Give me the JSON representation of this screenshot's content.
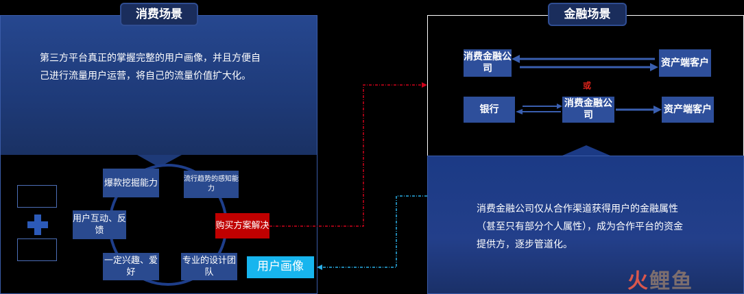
{
  "left": {
    "title": "消费场景",
    "description_line1": "第三方平台真正的掌握完整的用户画像，并且方便自",
    "description_line2": "己进行流量用户运营，将自己的流量价值扩大化。",
    "cycle_nodes": {
      "explosive": "爆款挖掘能力",
      "trend": "流行趋势的感知能力",
      "purchase": "购买方案解决",
      "design": "专业的设计团队",
      "interest": "一定兴趣、爱好",
      "interaction": "用户互动、反馈"
    },
    "portrait_label": "用户画像"
  },
  "right": {
    "title": "金融场景",
    "row1": {
      "left": "消费金融公司",
      "right": "资产端客户"
    },
    "or_label": "或",
    "row2": {
      "bank": "银行",
      "middle": "消费金融公司",
      "right": "资产端客户"
    },
    "description_line1": "消费金融公司仅从合作渠道获得用户的金融属性",
    "description_line2": "（甚至只有部分个人属性），成为合作平台的资金",
    "description_line3": "提供方，逐步管道化。"
  },
  "logo": {
    "part1": "火",
    "part2": "鲤鱼"
  },
  "colors": {
    "panel_blue": "#26478f",
    "node_blue": "#2a4a8f",
    "highlight_red": "#c00000",
    "portrait_cyan": "#17b5ee",
    "arrow_red": "#d0021b",
    "arrow_cyan": "#2bb0e8"
  }
}
